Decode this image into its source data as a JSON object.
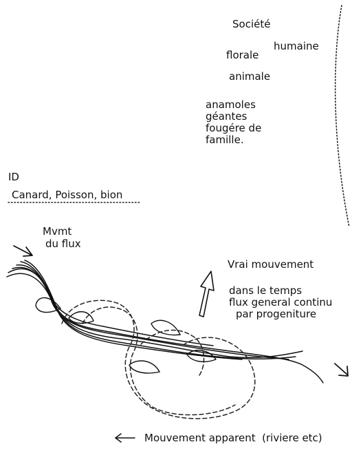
{
  "top_list": {
    "societe": "Société",
    "humaine": "humaine",
    "florale": "florale",
    "animale": "animale"
  },
  "anomalies": {
    "line1": "anamoles",
    "line2": "géantes",
    "line3": "fougére de",
    "line4": "famille."
  },
  "id_block": {
    "title": "ID",
    "examples": "Canard, Poisson, bion"
  },
  "flow_label": {
    "line1": "Mvmt",
    "line2": "du flux"
  },
  "true_movement": {
    "title": "Vrai mouvement",
    "line1": "dans le temps",
    "line2": "flux general continu",
    "line3": "par progeniture"
  },
  "apparent_movement": {
    "label": "Mouvement apparent  (riviere etc)"
  }
}
